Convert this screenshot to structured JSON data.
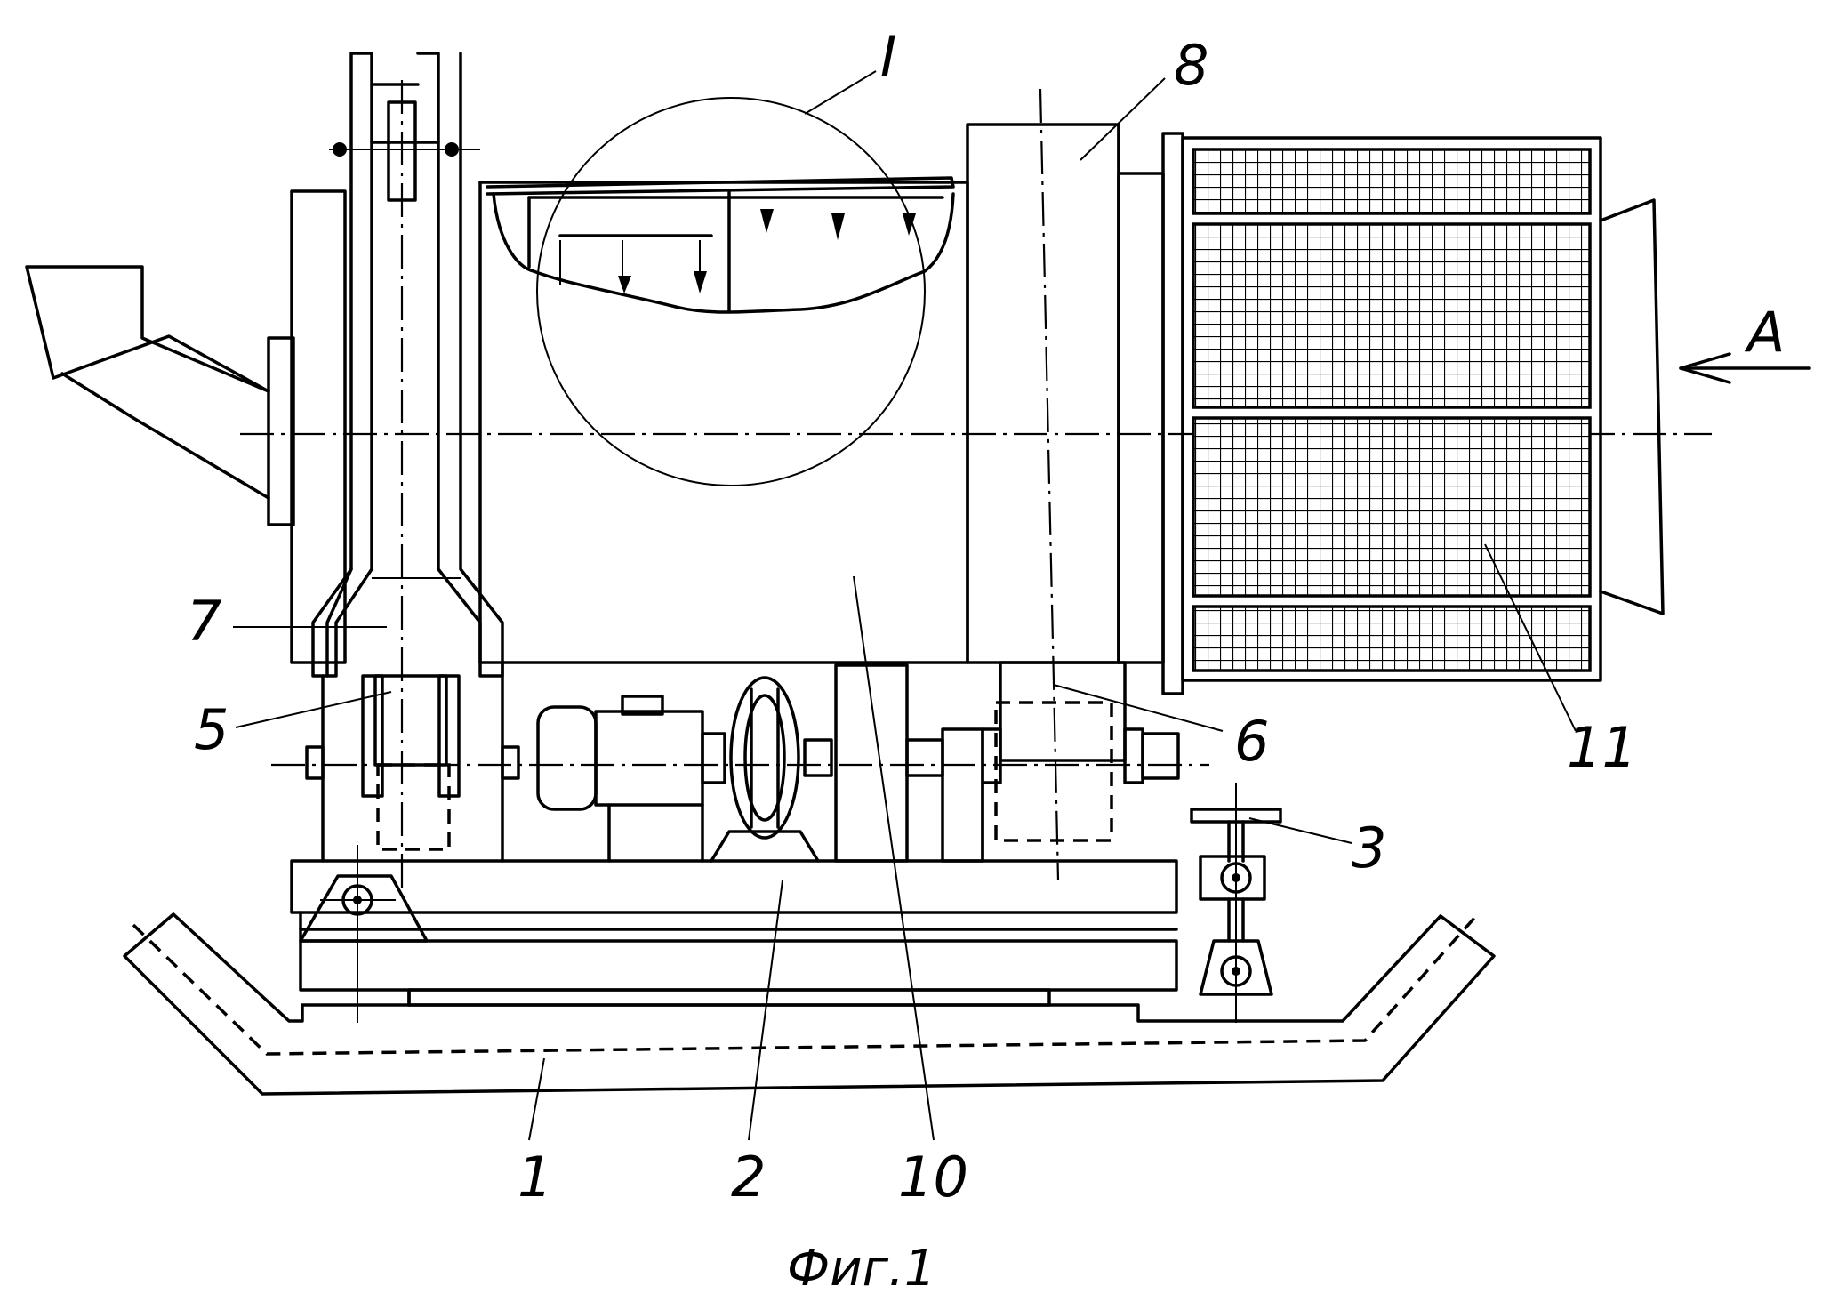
{
  "labels": {
    "l1": "1",
    "l2": "2",
    "l3": "3",
    "l5": "5",
    "l6": "6",
    "l7": "7",
    "l8": "8",
    "l10": "10",
    "l11": "11",
    "detail": "I",
    "view": "A"
  },
  "caption": "Фиг.1"
}
